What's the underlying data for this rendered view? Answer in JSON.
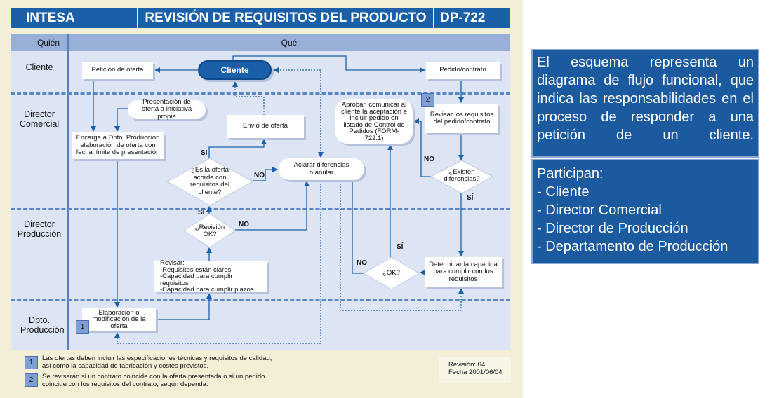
{
  "header": {
    "company": "INTESA",
    "title": "REVISIÓN DE REQUISITOS DEL PRODUCTO",
    "code": "DP-722"
  },
  "columns": {
    "who": "Quién",
    "what": "Qué"
  },
  "lanes": [
    "Cliente",
    "Director Comercial",
    "Director Producción",
    "Dpto. Producción"
  ],
  "nodes": {
    "peticion": "Petición de oferta",
    "cliente": "Cliente",
    "pedido": "Pedido/contrato",
    "presentacion": "Presentación de oferta a iniciativa propia",
    "encarga": "Encarga a Dpto. Producción elaboración de oferta con fecha límite de presentación",
    "envio": "Envio de oferta",
    "es_acorde": "¿Es la oferta acorde con requisitos del cliente?",
    "aclarar": "Aclarar diferencias o anular",
    "aprobar": "Aprobar, comunicar al cliente la aceptación e incluir pedido en listado de Control de Pedidos (FORM-722.1)",
    "revisar_req": "Revisar los requisitos del pedido/contrato",
    "existen": "¿Existen diferencias?",
    "revision_ok": "¿Revisión OK?",
    "revisar_list": "Revisar:\n-Requisitos están claros\n-Capacidad para cumplir requisitos\n-Capacidad para cumplir plazos",
    "elaboracion": "Elaboración o modificación de la oferta",
    "ok": "¿OK?",
    "determinar": "Determinar la capacida para cumplir con los requisitos"
  },
  "labels": {
    "yes": "SÍ",
    "no": "NO"
  },
  "notes": [
    {
      "num": "1",
      "text": "Las ofertas deben incluir las especificaciones técnicas y requisitos de calidad, así como la capacidad de fabricación y costes previstos."
    },
    {
      "num": "2",
      "text": "Se revisarán si un contrato coincide con la oferta presentada o si un pedido coincide con los requisitos del contrato, según dependa."
    }
  ],
  "revision": {
    "rev": "Revisión: 04",
    "date": "Fecha 2001/06/04"
  },
  "panel": {
    "description": "El esquema representa un diagrama de flujo funcional, que indica las responsabilidades en el proceso de responder a una petición de un cliente.",
    "participants_title": "Participan:",
    "participants": [
      "- Cliente",
      "- Director Comercial",
      "- Director de Producción",
      "- Departamento de Producción"
    ]
  },
  "colors": {
    "brand_blue": "#1a5fa8",
    "lane_bg": "#dde4f3",
    "header_bg": "#98afd8",
    "page_bg": "#f3efd6",
    "connector": "#1a5fa8"
  }
}
